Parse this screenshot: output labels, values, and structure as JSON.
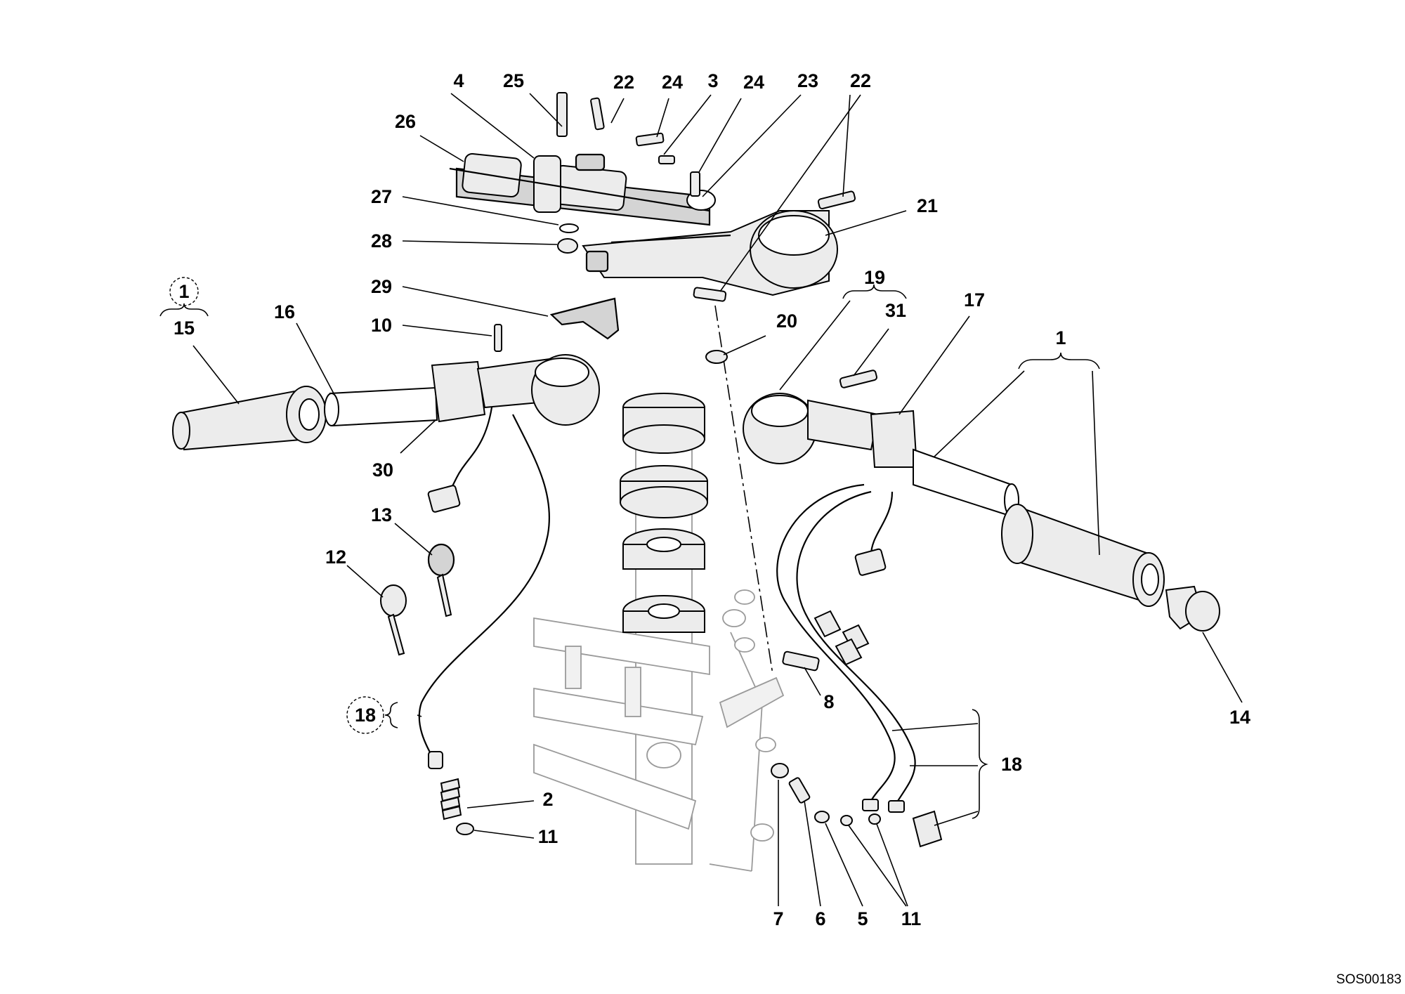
{
  "callouts": {
    "n1_top": "1",
    "n1_right": "1",
    "n2": "2",
    "n3": "3",
    "n4": "4",
    "n5": "5",
    "n6": "6",
    "n7": "7",
    "n8": "8",
    "n10": "10",
    "n11_left": "11",
    "n11_right": "11",
    "n12": "12",
    "n13": "13",
    "n14": "14",
    "n15": "15",
    "n16": "16",
    "n17": "17",
    "n18_left": "18",
    "n18_right": "18",
    "n19": "19",
    "n20": "20",
    "n21": "21",
    "n22_a": "22",
    "n22_b": "22",
    "n23": "23",
    "n24_a": "24",
    "n24_b": "24",
    "n25": "25",
    "n26": "26",
    "n27": "27",
    "n28": "28",
    "n29": "29",
    "n30": "30",
    "n31": "31"
  },
  "drawing_code": "SOS00183"
}
